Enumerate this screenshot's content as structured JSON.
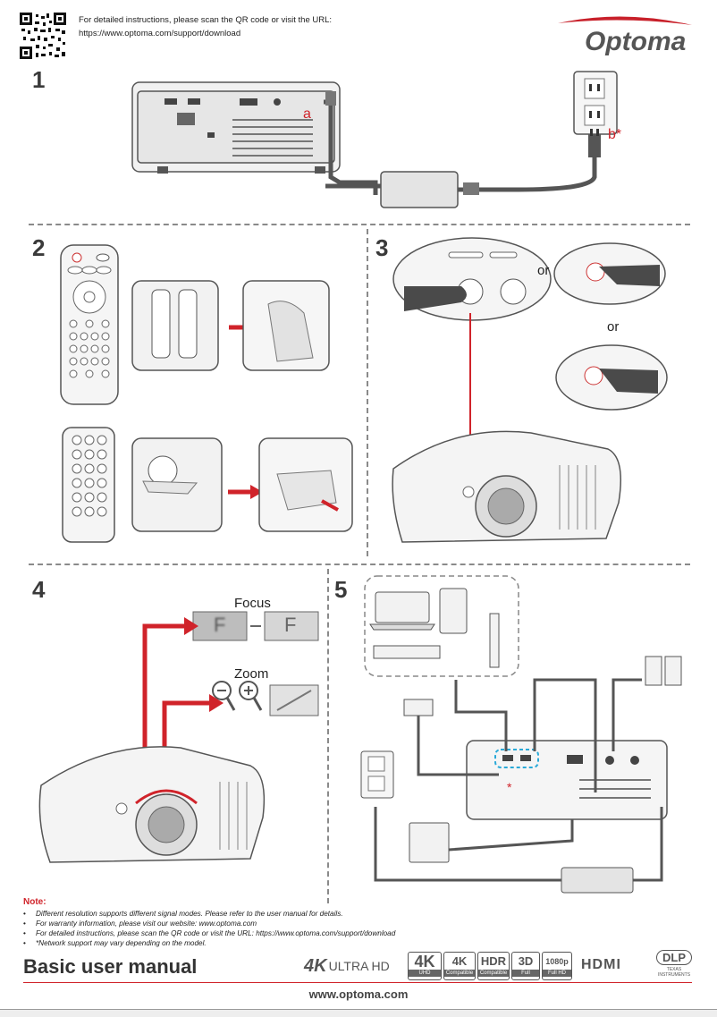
{
  "header": {
    "instruction_line1": "For detailed instructions, please scan the QR code or visit the URL:",
    "instruction_line2": "https://www.optoma.com/support/download",
    "logo_text": "Optoma"
  },
  "steps": {
    "s1": "1",
    "s2": "2",
    "s3": "3",
    "s4": "4",
    "s5": "5"
  },
  "step1": {
    "label_a": "a",
    "label_b": "b*"
  },
  "step3": {
    "or1": "or",
    "or2": "or"
  },
  "step4": {
    "focus_label": "Focus",
    "zoom_label": "Zoom",
    "focus_letter": "F"
  },
  "step5": {
    "asterisk": "*"
  },
  "notes": {
    "title": "Note:",
    "items": [
      "Different resolution supports different signal modes. Please refer to the user manual for details.",
      "For warranty information, please visit our website: www.optoma.com",
      "For detailed instructions, please scan the QR code or visit the URL: https://www.optoma.com/support/download",
      "*Network support may vary depending on the model."
    ]
  },
  "footer": {
    "title": "Basic user manual",
    "url": "www.optoma.com",
    "badges": {
      "uhd_big": "4K",
      "uhd_text": "ULTRA HD",
      "uhd_small": "UHD",
      "k4_big": "4K",
      "k4_small": "Compatible",
      "hdr_big": "HDR",
      "hdr_small": "Compatible",
      "d3_big": "3D",
      "d3_small": "Full",
      "fhd_big": "1080p",
      "fhd_small": "Full HD",
      "hdmi": "HDMI",
      "dlp": "DLP",
      "dlp_sub": "TEXAS INSTRUMENTS"
    }
  },
  "colors": {
    "accent": "#d0232a",
    "line": "#8a8a8a",
    "device": "#e9e9e9"
  }
}
